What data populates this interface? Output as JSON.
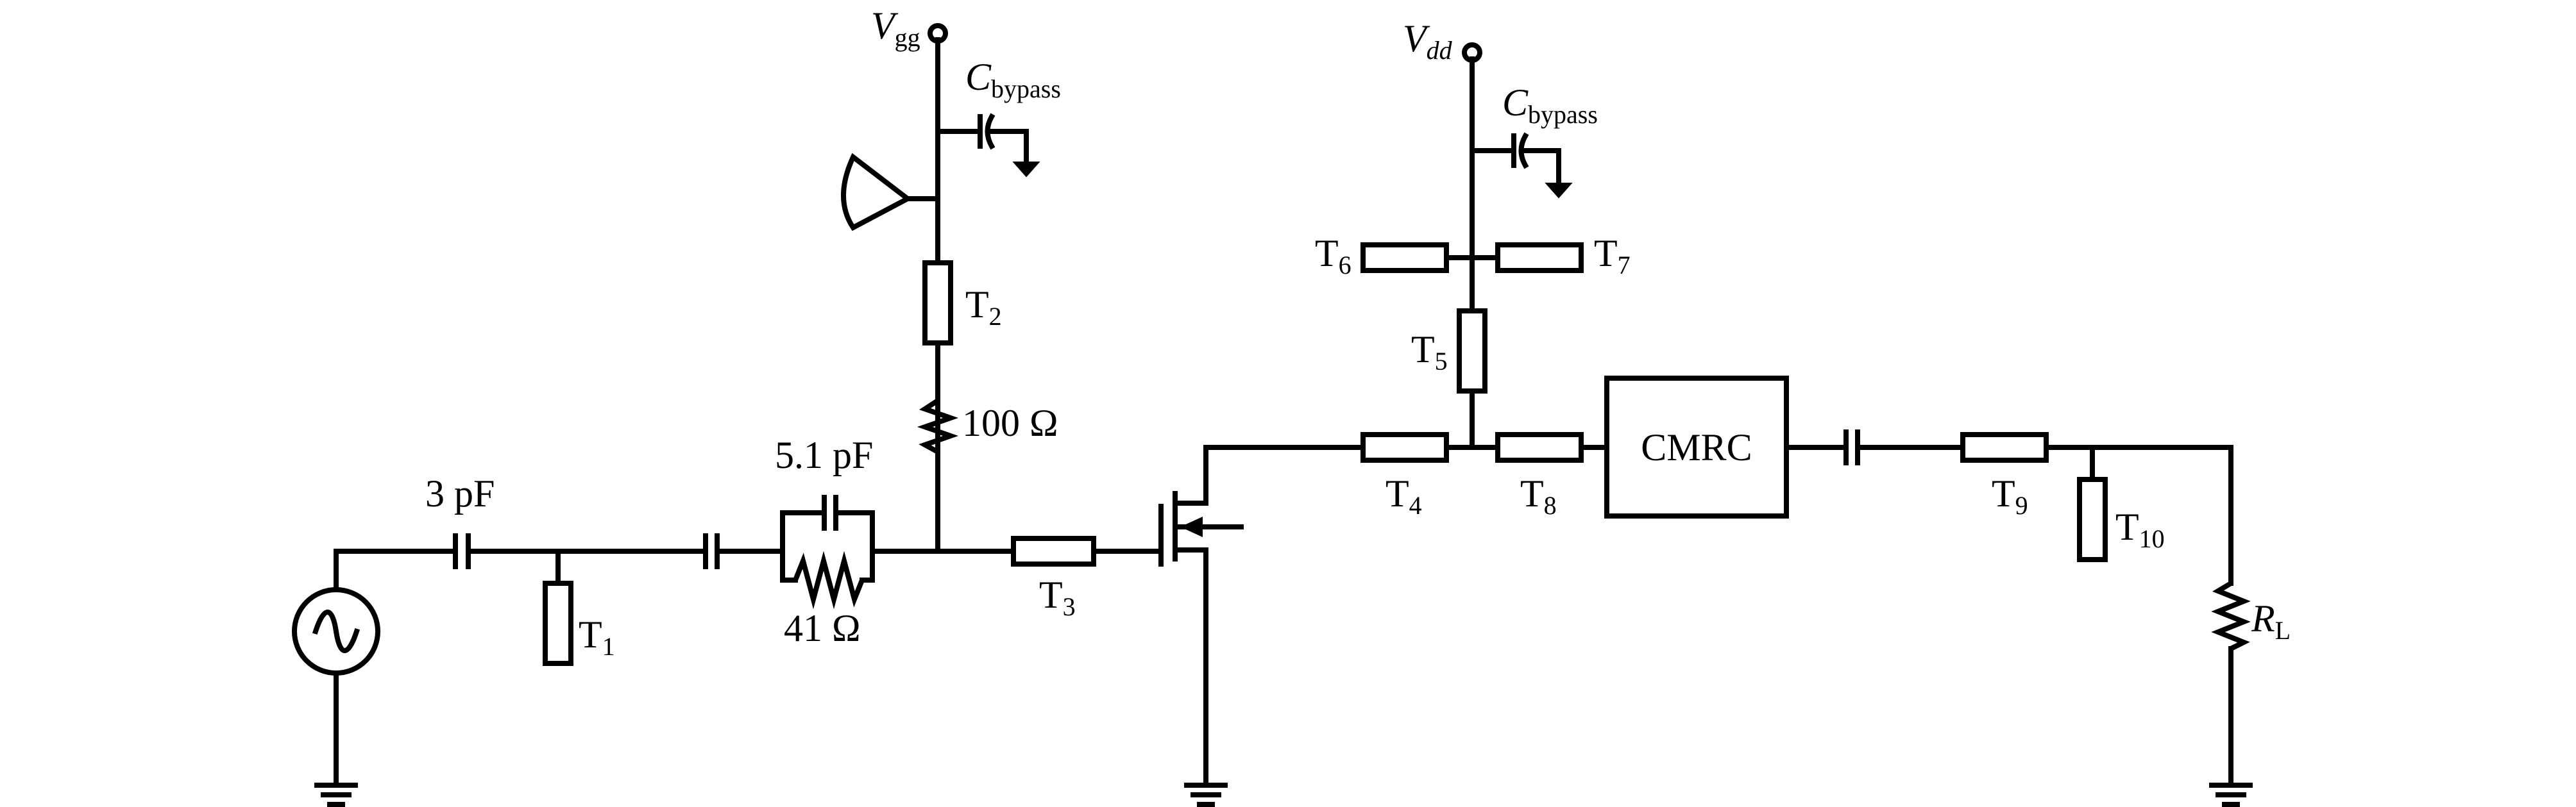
{
  "labels": {
    "vgg": {
      "main": "V",
      "sub": "gg"
    },
    "vdd": {
      "main": "V",
      "sub": "dd"
    },
    "cbypass_gate": {
      "main": "C",
      "sub": "bypass"
    },
    "cbypass_drain": {
      "main": "C",
      "sub": "bypass"
    },
    "cap_3pf": "3 pF",
    "cap_5_1pf": "5.1 pF",
    "res_41": "41 Ω",
    "res_100": "100 Ω",
    "t1": {
      "main": "T",
      "sub": "1"
    },
    "t2": {
      "main": "T",
      "sub": "2"
    },
    "t3": {
      "main": "T",
      "sub": "3"
    },
    "t4": {
      "main": "T",
      "sub": "4"
    },
    "t5": {
      "main": "T",
      "sub": "5"
    },
    "t6": {
      "main": "T",
      "sub": "6"
    },
    "t7": {
      "main": "T",
      "sub": "7"
    },
    "t8": {
      "main": "T",
      "sub": "8"
    },
    "t9": {
      "main": "T",
      "sub": "9"
    },
    "t10": {
      "main": "T",
      "sub": "10"
    },
    "cmrc": "CMRC",
    "rl": {
      "main": "R",
      "sub": "L"
    }
  }
}
